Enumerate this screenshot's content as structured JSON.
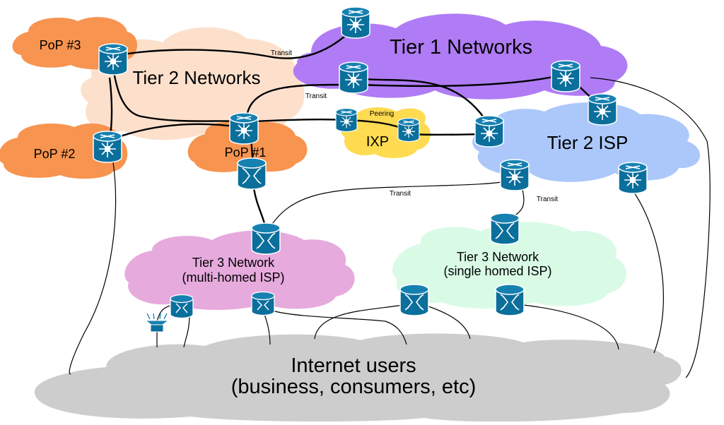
{
  "colors": {
    "tier1": "#b07cf5",
    "tier2_networks": "#fde0cc",
    "pop": "#f79450",
    "ixp": "#fedb51",
    "tier2_isp": "#acc8fb",
    "tier3_multi": "#e6aadd",
    "tier3_single": "#d9fbe6",
    "users": "#cdcdcd",
    "device_body": "#0b6f9c",
    "device_dark": "#075a80"
  },
  "clouds": {
    "tier1": "Tier 1 Networks",
    "tier2_networks": "Tier 2 Networks",
    "pop3": "PoP #3",
    "pop2": "PoP #2",
    "pop1": "PoP #1",
    "ixp": "IXP",
    "peering": "Peering",
    "tier2_isp": "Tier 2 ISP",
    "tier3_multi_line1": "Tier 3 Network",
    "tier3_multi_line2": "(multi-homed ISP)",
    "tier3_single_line1": "Tier 3 Network",
    "tier3_single_line2": "(single homed ISP)",
    "users_line1": "Internet users",
    "users_line2": "(business, consumers, etc)"
  },
  "link_labels": {
    "transit_top": "Transit",
    "transit_middle": "Transit",
    "transit_tier3": "Transit",
    "transit_right": "Transit"
  },
  "icons": {
    "router": "router-icon",
    "switch": "switch-icon",
    "access_point": "access-point-icon"
  }
}
